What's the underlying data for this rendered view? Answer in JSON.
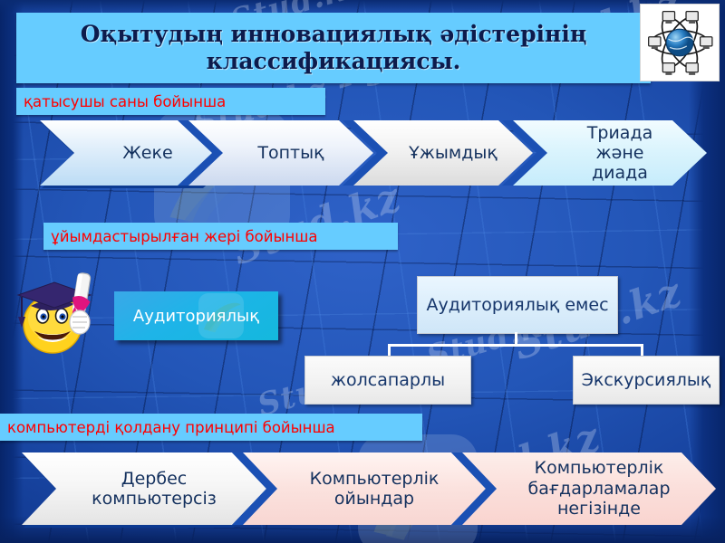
{
  "slide": {
    "title": "Оқытудың инновациялық әдістерінің классификациясы.",
    "watermark": "Stud.kz",
    "watermark_alt": "Stud.kz – Stud.kz",
    "logo_name": "network-globe-computers-logo",
    "mascot_name": "graduate-smiley-mascot",
    "colors": {
      "background_blue": "#2356b8",
      "title_bar": "#66ccff",
      "label_strip": "#66ccff",
      "label_text": "#ff0000",
      "chevron_accent": "#1b50b4",
      "body_text": "#14315e",
      "aud_box": "#14b8dd"
    }
  },
  "sections": [
    {
      "id": "participants",
      "label": "қатысушы саны бойынша",
      "items": [
        {
          "label": "Жеке",
          "fill": "f-blue1"
        },
        {
          "label": "Топтық",
          "fill": "f-blue2"
        },
        {
          "label": "Ұжымдық",
          "fill": "f-grey"
        },
        {
          "label": "Триада\nжәне\nдиада",
          "fill": "f-cyan"
        }
      ]
    },
    {
      "id": "location",
      "label": "ұйымдастырылған жері бойынша",
      "items": [
        {
          "label": "Аудиториялық"
        },
        {
          "label": "Аудиториялық емес"
        },
        {
          "label": "жолсапарлы"
        },
        {
          "label": "Экскурсиялық"
        }
      ]
    },
    {
      "id": "computer-use",
      "label": "компьютерді қолдану принципі бойынша",
      "items": [
        {
          "label": "Дербес\nкомпьютерсіз",
          "fill": "f-white"
        },
        {
          "label": "Компьютерлік\nойындар",
          "fill": "f-pink1"
        },
        {
          "label": "Компьютерлік\nбағдарламалар\nнегізінде",
          "fill": "f-pink2"
        }
      ]
    }
  ]
}
